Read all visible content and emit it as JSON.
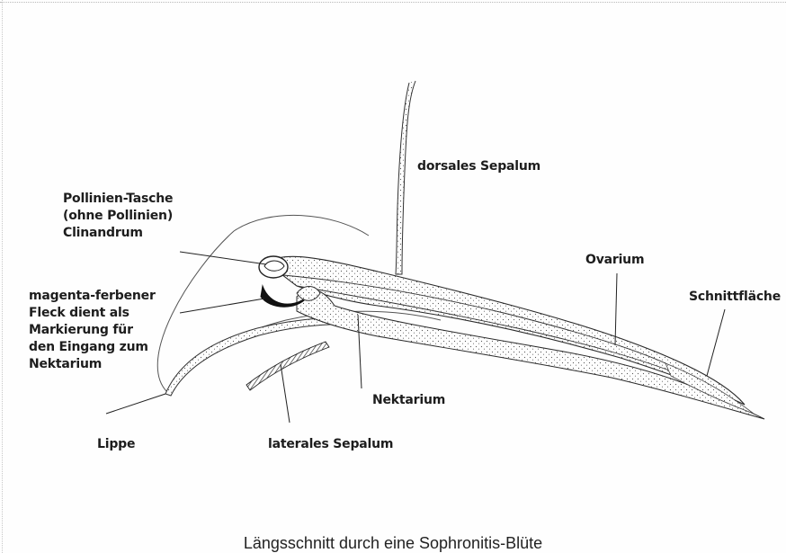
{
  "diagram": {
    "labels": {
      "dorsal_sepal": "dorsales Sepalum",
      "pollinia_pocket": "Pollinien-Tasche\n(ohne Pollinien)\nClinandrum",
      "ovary": "Ovarium",
      "magenta_spot": "magenta-ferbener\nFleck dient als\nMarkierung für\nden Eingang zum\nNektarium",
      "cut_surface": "Schnittfläche",
      "nectary": "Nektarium",
      "lip": "Lippe",
      "lateral_sepal": "laterales Sepalum"
    },
    "caption": "Längsschnitt durch eine Sophronitis-Blüte"
  }
}
